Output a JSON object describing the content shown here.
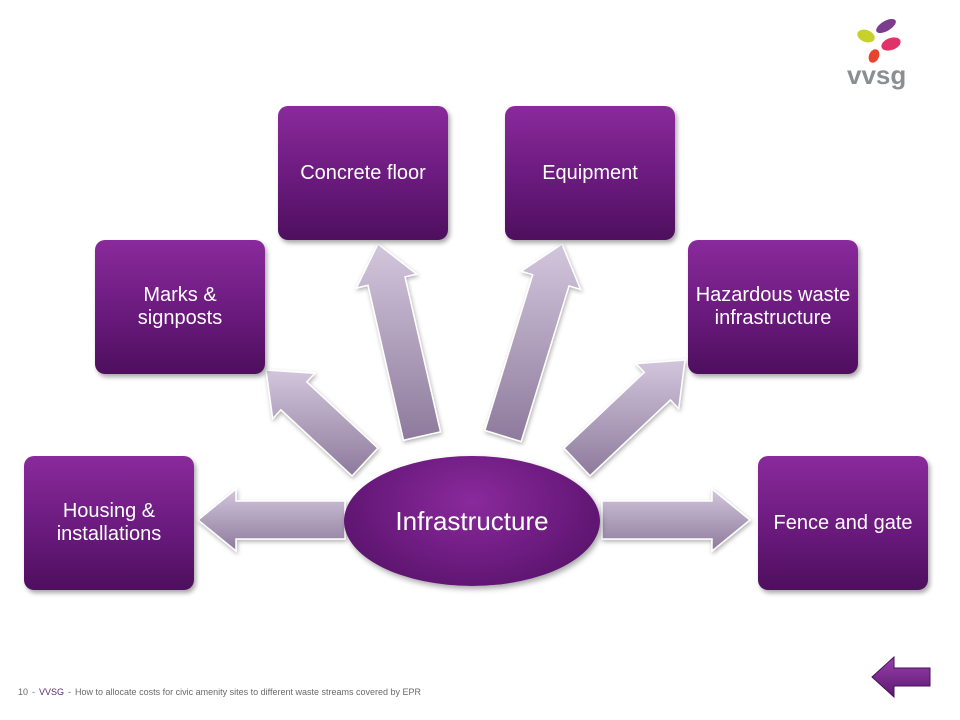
{
  "diagram": {
    "center": "Infrastructure",
    "nodes": [
      "Housing & installations",
      "Marks & signposts",
      "Concrete floor",
      "Equipment",
      "Hazardous waste infrastructure",
      "Fence and gate"
    ]
  },
  "logo": {
    "text": "vvsg"
  },
  "footer": {
    "page": "10",
    "org": "VVSG",
    "title": "How to allocate costs for civic amenity sites to different waste streams covered by EPR"
  },
  "colors": {
    "purple": "#6a1a7d",
    "arrow": "#b3a4c0"
  },
  "icons": {
    "back": "back-arrow-icon"
  }
}
